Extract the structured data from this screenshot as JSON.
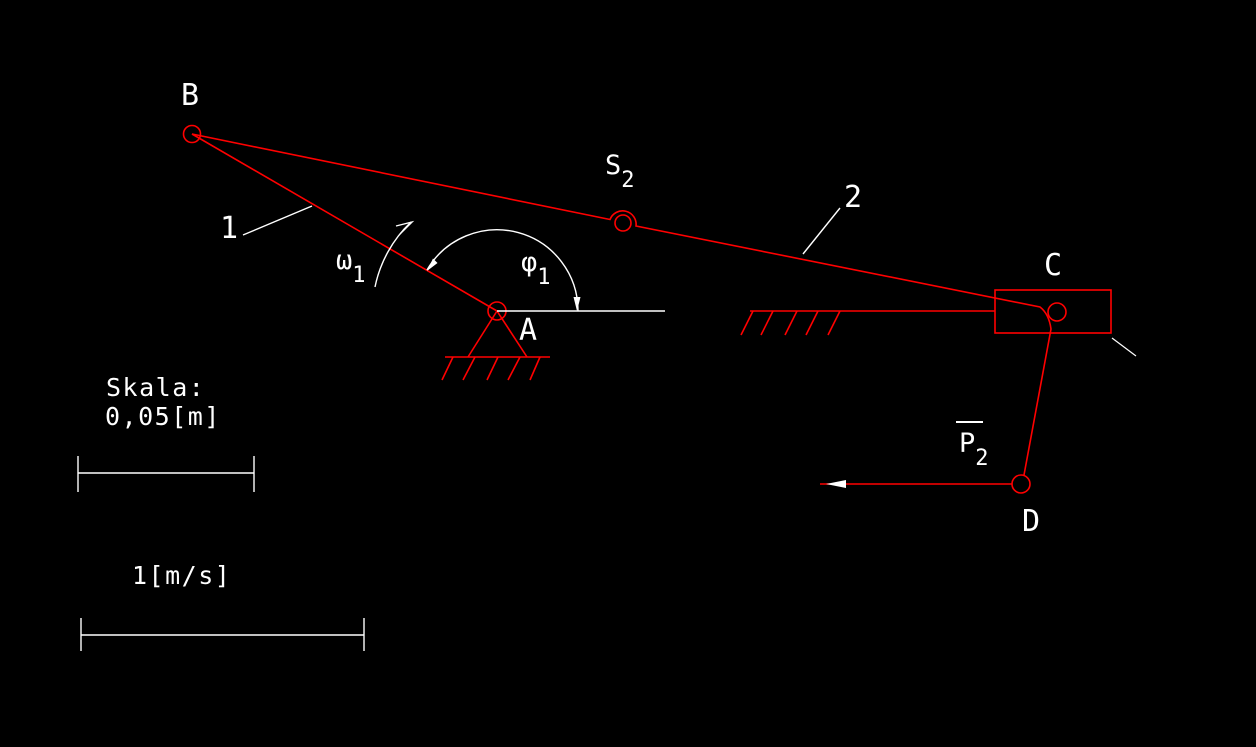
{
  "colors": {
    "background": "#000000",
    "mechanism_red": "#ff0000",
    "annotation_white": "#ffffff"
  },
  "labels": {
    "joint_b": "B",
    "joint_a": "A",
    "joint_c": "C",
    "joint_d": "D",
    "link_1": "1",
    "link_2": "2",
    "omega1_main": "ω",
    "omega1_sub": "1",
    "phi1_main": "φ",
    "phi1_sub": "1",
    "s2_main": "S",
    "s2_sub": "2",
    "p2_main": "P",
    "p2_sub": "2"
  },
  "scale_legend": {
    "title": "Skala:",
    "length_value": "0,05[m]",
    "velocity_value": "1[m/s]"
  }
}
